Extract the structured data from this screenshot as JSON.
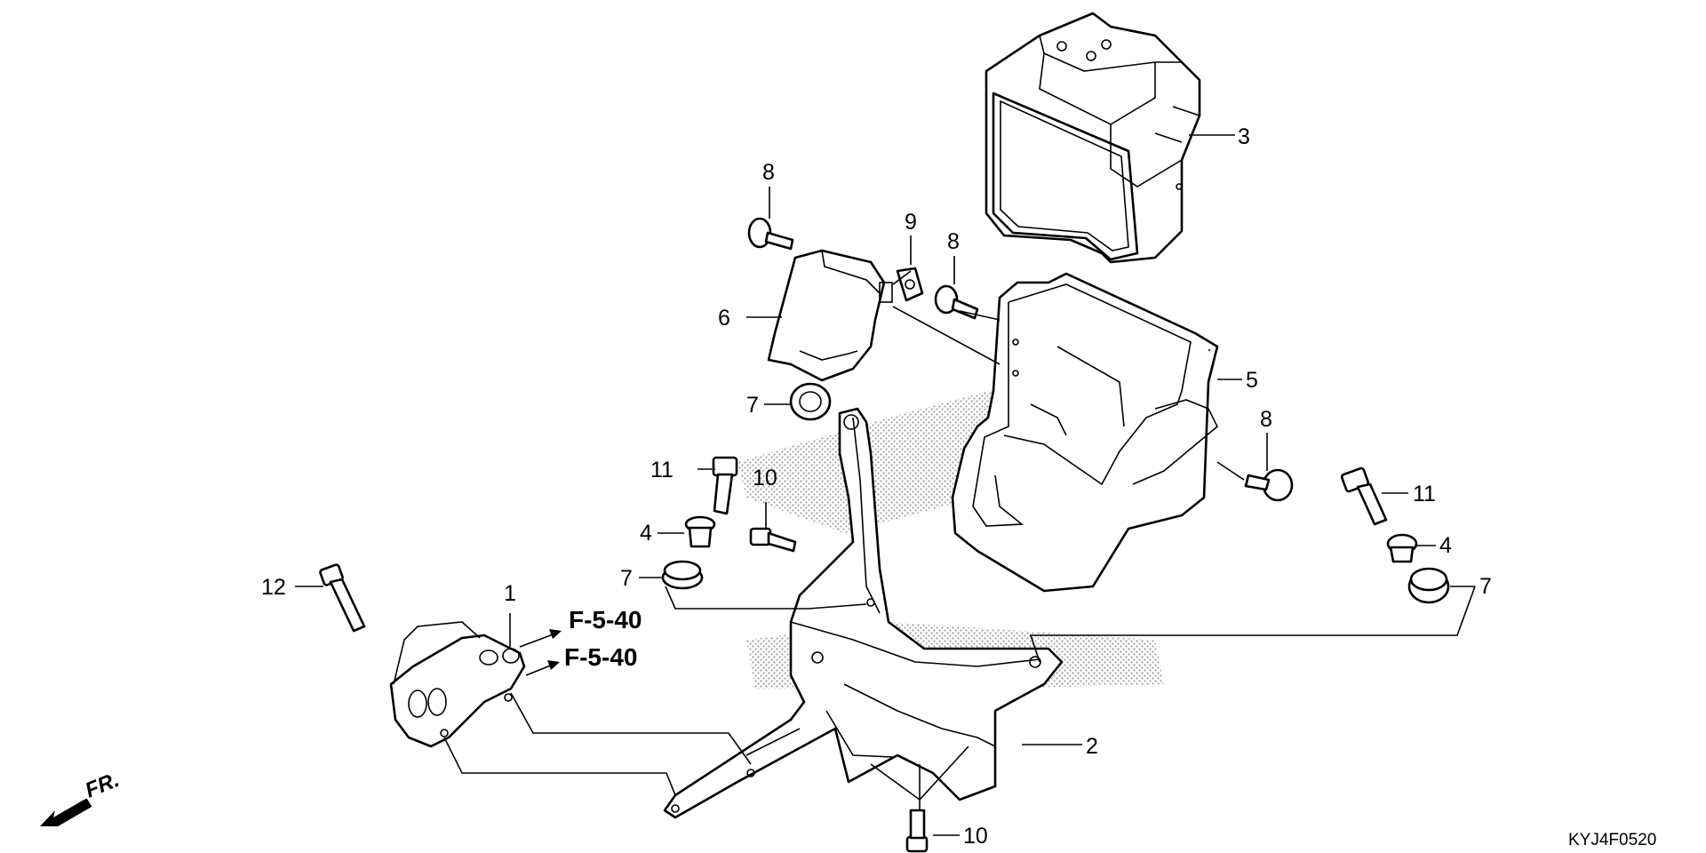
{
  "diagram": {
    "callouts": {
      "p1": "1",
      "p2": "2",
      "p3": "3",
      "p4a": "4",
      "p4b": "4",
      "p5": "5",
      "p6": "6",
      "p7a": "7",
      "p7b": "7",
      "p7c": "7",
      "p8a": "8",
      "p8b": "8",
      "p8c": "8",
      "p9": "9",
      "p10a": "10",
      "p10b": "10",
      "p11a": "11",
      "p11b": "11",
      "p12": "12"
    },
    "references": {
      "ref_a": "F-5-40",
      "ref_b": "F-5-40"
    },
    "direction_label": "FR.",
    "diagram_code": "KYJ4F0520"
  }
}
